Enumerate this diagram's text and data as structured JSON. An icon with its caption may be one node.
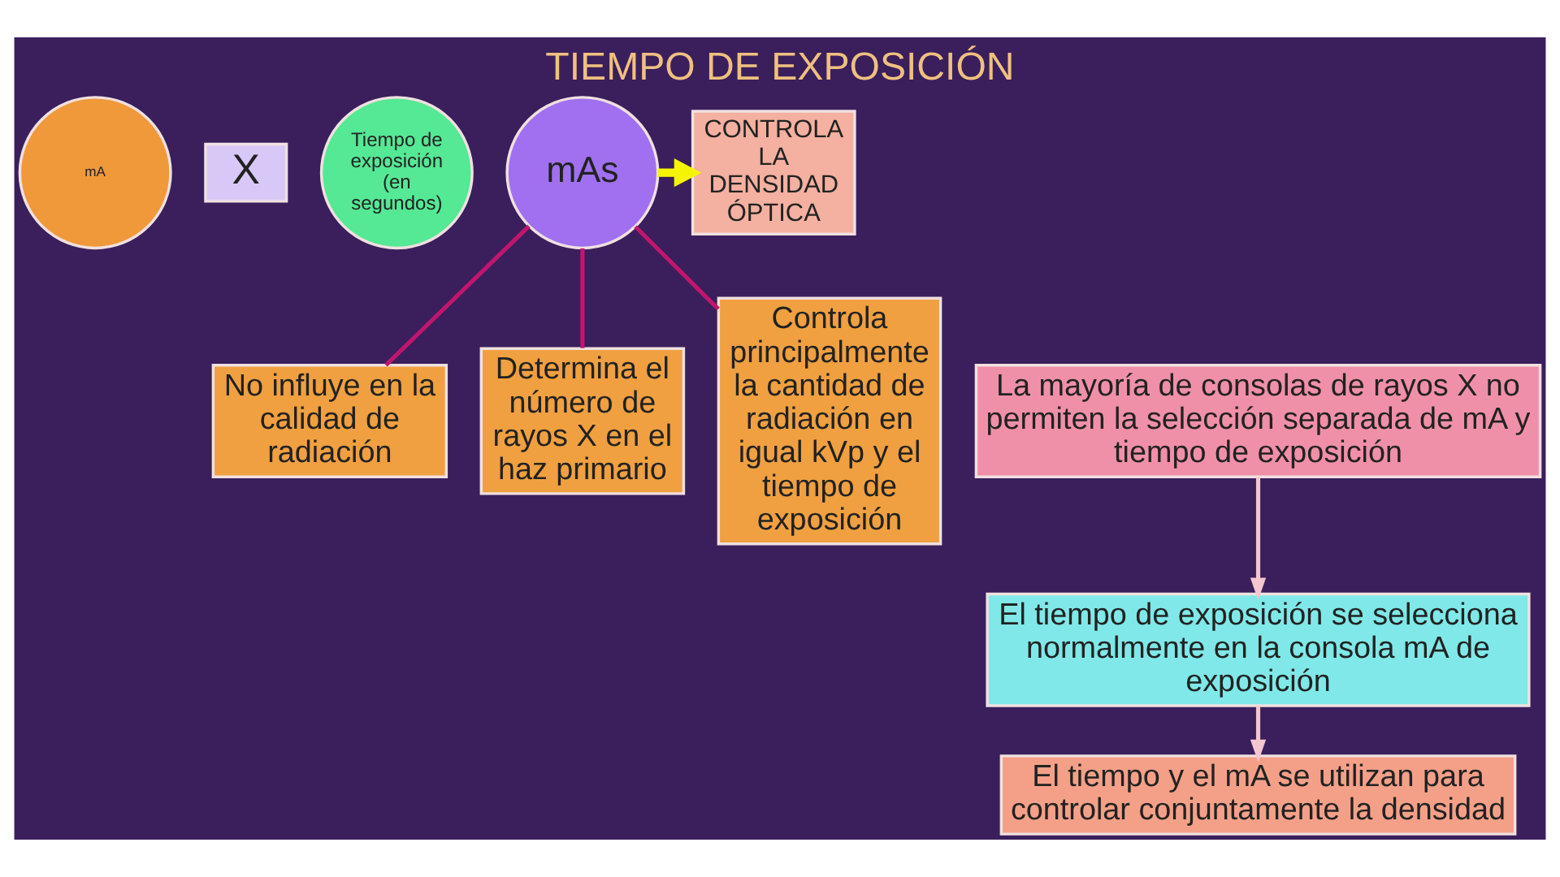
{
  "diagram": {
    "title": "TIEMPO DE EXPOSICIÓN",
    "nodes": [
      {
        "text": [
          "mA"
        ]
      },
      {
        "text": [
          "X"
        ]
      },
      {
        "text": [
          "Tiempo de exposición (en segundos)"
        ]
      },
      {
        "text": [
          "mAs"
        ]
      },
      {
        "text": [
          "CONTROLA LA DENSIDAD ÓPTICA"
        ]
      },
      {
        "text": [
          "La mayoría de consolas de rayos X no permiten la selección separada de mA y tiempo de exposición"
        ]
      },
      {
        "text": [
          "El tiempo de exposición se selecciona normalmente en la consola mA de exposición"
        ]
      },
      {
        "text": [
          "El tiempo y el mA se utilizan para controlar conjuntamente la densidad"
        ]
      },
      {
        "text": [
          "No influye en la calidad de radiación"
        ]
      },
      {
        "text": [
          "Determina el número de rayos X en el haz primario"
        ]
      },
      {
        "text": [
          "Controla principalmente la cantidad de radiación en igual kVp y el tiempo de exposición"
        ]
      }
    ],
    "edges": [
      {
        "from": 3,
        "to": 4,
        "arrow": "to",
        "style": "thick",
        "color": "#f5f500"
      },
      {
        "from": 5,
        "to": 6,
        "arrow": "to",
        "color": "#f4c6d0"
      },
      {
        "from": 6,
        "to": 7,
        "arrow": "to",
        "color": "#f4c6d0"
      },
      {
        "from": 3,
        "to": 8,
        "arrow": "none"
      },
      {
        "from": 3,
        "to": 9,
        "arrow": "none"
      },
      {
        "from": 3,
        "to": 10,
        "arrow": "none"
      }
    ]
  }
}
